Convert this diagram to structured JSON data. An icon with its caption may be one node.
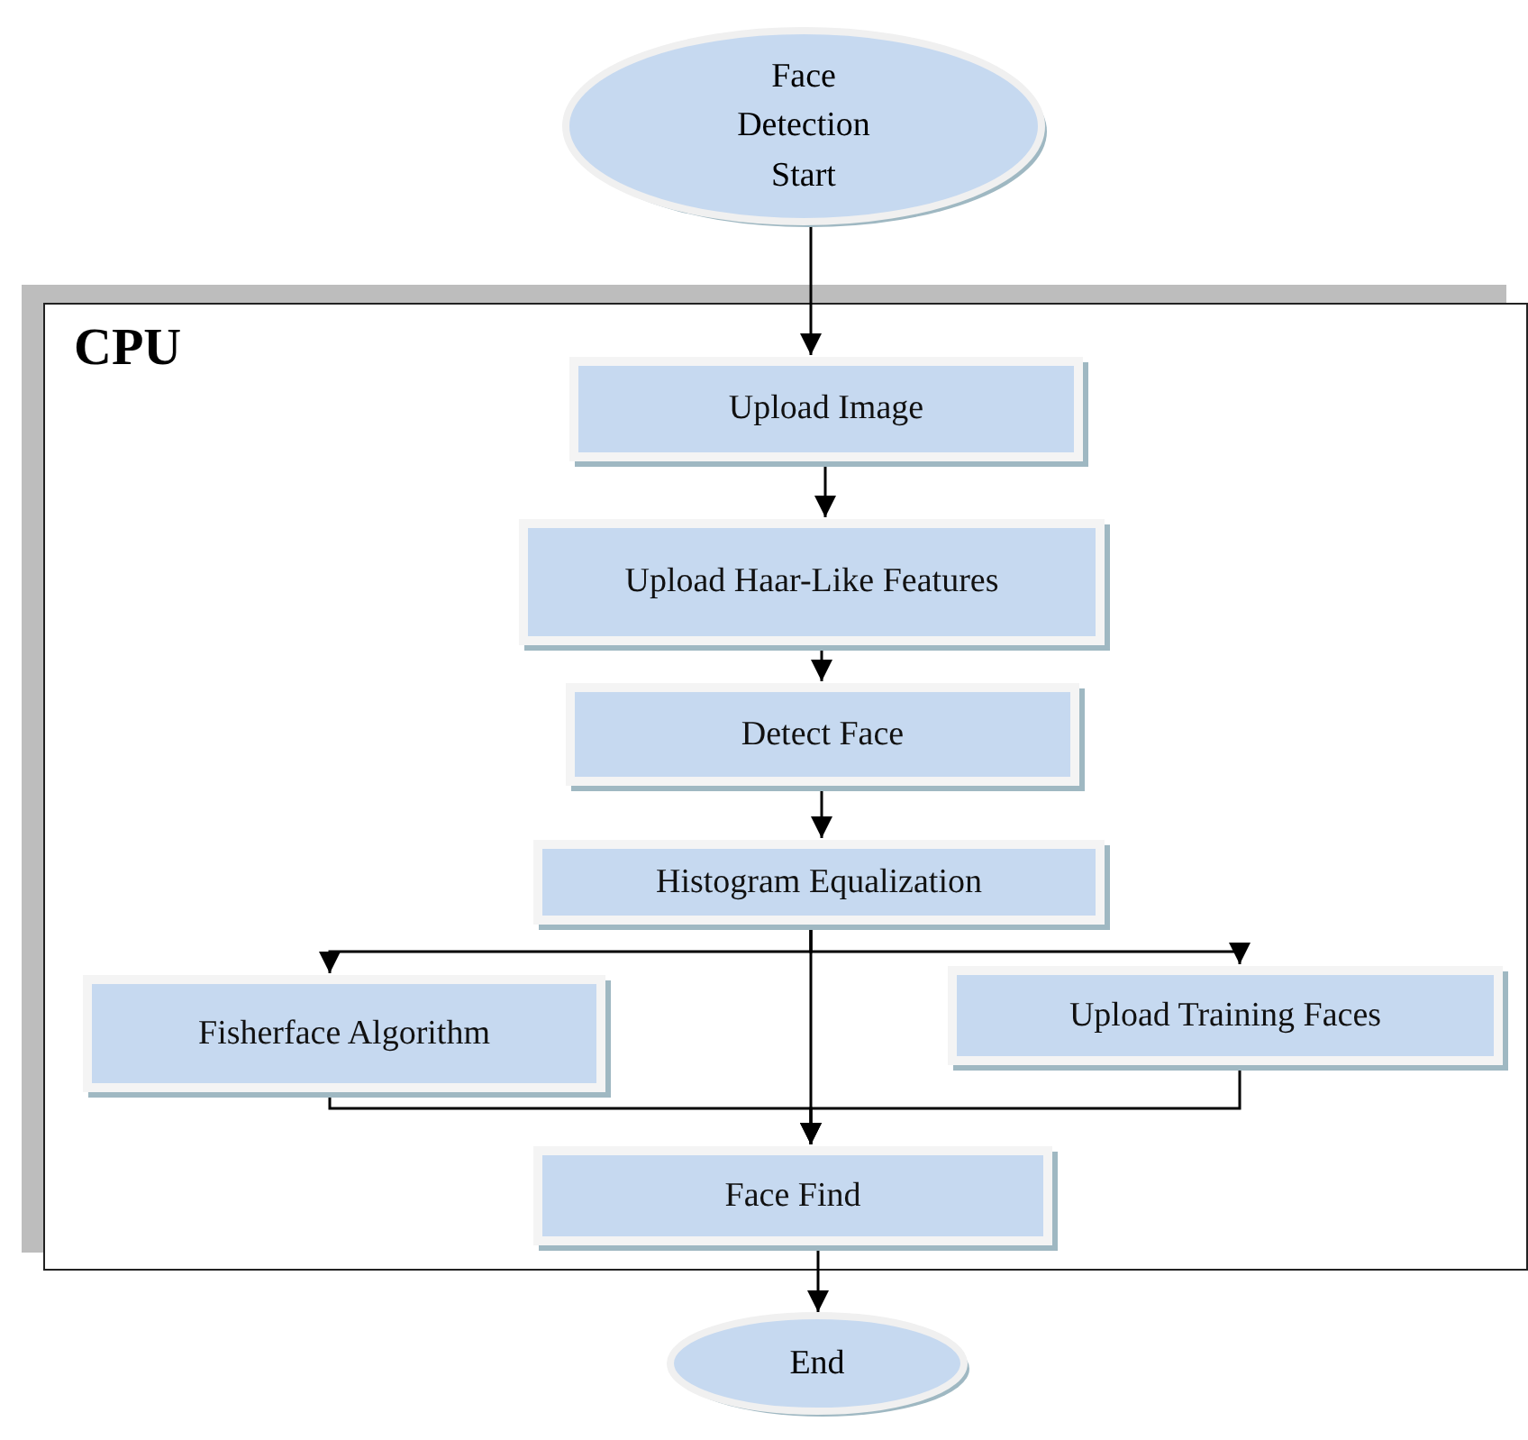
{
  "diagram": {
    "nodes": [
      {
        "text": [
          "Face Detection Start"
        ]
      },
      {
        "text": [
          "CPU"
        ]
      },
      {
        "text": [
          "Upload Image"
        ],
        "in": 1
      },
      {
        "text": [
          "Upload Haar-Like Features"
        ],
        "in": 1
      },
      {
        "text": [
          "Detect Face"
        ],
        "in": 1
      },
      {
        "text": [
          "Histogram Equalization"
        ],
        "in": 1
      },
      {
        "text": [
          "Fisherface Algorithm"
        ],
        "in": 1
      },
      {
        "text": [
          "Upload Training Faces"
        ],
        "in": 1
      },
      {
        "text": [
          "Face Find"
        ],
        "in": 1
      },
      {
        "text": [
          "End"
        ]
      }
    ],
    "edges": [
      {
        "from": 0,
        "to": 2,
        "arrow": "to"
      },
      {
        "from": 2,
        "to": 3,
        "arrow": "to"
      },
      {
        "from": 3,
        "to": 4,
        "arrow": "to"
      },
      {
        "from": 4,
        "to": 5,
        "arrow": "to"
      },
      {
        "from": 5,
        "to": 6,
        "arrow": "to"
      },
      {
        "from": 5,
        "to": 7,
        "arrow": "to"
      },
      {
        "from": 5,
        "to": 8,
        "arrow": "to"
      },
      {
        "from": 6,
        "to": 8,
        "arrow": "to"
      },
      {
        "from": 7,
        "to": 8,
        "arrow": "to"
      },
      {
        "from": 8,
        "to": 9,
        "arrow": "to"
      }
    ]
  }
}
